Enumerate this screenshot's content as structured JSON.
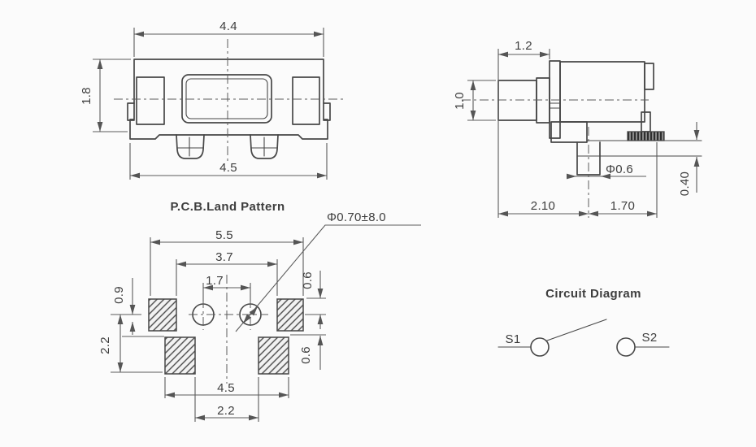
{
  "drawing": {
    "front_view": {
      "dim_top_width": "4.4",
      "dim_height": "1.8",
      "dim_bottom_width": "4.5"
    },
    "side_view": {
      "dim_knob_protrusion": "1.2",
      "dim_knob_height": "1.0",
      "dim_pin_diameter": "Φ0.6",
      "dim_bottom_left": "2.10",
      "dim_bottom_right": "1.70",
      "dim_standoff": "0.40"
    },
    "land_pattern": {
      "title": "P.C.B.Land Pattern",
      "hole_callout": "Φ0.70±8.0",
      "dim_overall_width": "5.5",
      "dim_inner_width": "3.7",
      "dim_hole_pitch": "1.7",
      "dim_pad_offset": "0.9",
      "dim_left_height": "2.2",
      "dim_right_top": "0.6",
      "dim_right_bottom": "0.6",
      "dim_bottom_pads_width": "4.5",
      "dim_bottom_pads_gap": "2.2"
    },
    "circuit_diagram": {
      "title": "Circuit Diagram",
      "terminal_1": "S1",
      "terminal_2": "S2"
    }
  },
  "colors": {
    "line": "#474747",
    "dim_line": "#5b5b5b",
    "text": "#3e3e3e",
    "background": "#fbfbfb"
  }
}
